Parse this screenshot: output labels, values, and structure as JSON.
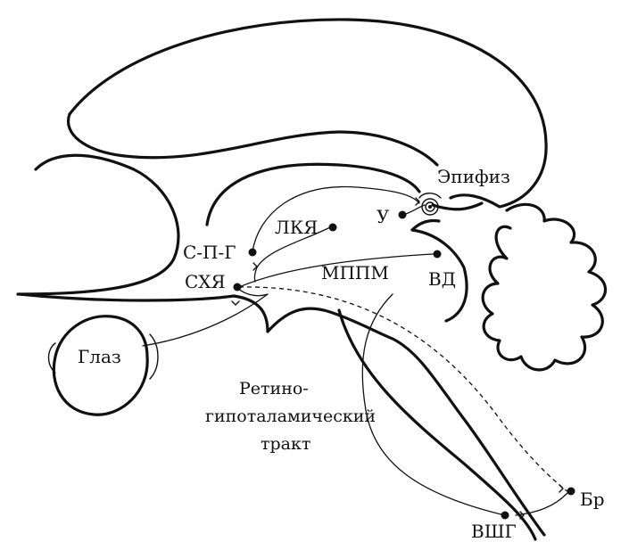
{
  "labels": {
    "epiphysis": "Эпифиз",
    "u": "У",
    "lkya": "ЛКЯ",
    "spg": "С-П-Г",
    "skhya": "СХЯ",
    "mppm": "МППМ",
    "vd": "ВД",
    "eye": "Глаз",
    "retino_line1": "Ретино-",
    "retino_line2": "гипоталамический",
    "retino_line3": "тракт",
    "br": "Бр",
    "vshg": "ВШГ"
  }
}
